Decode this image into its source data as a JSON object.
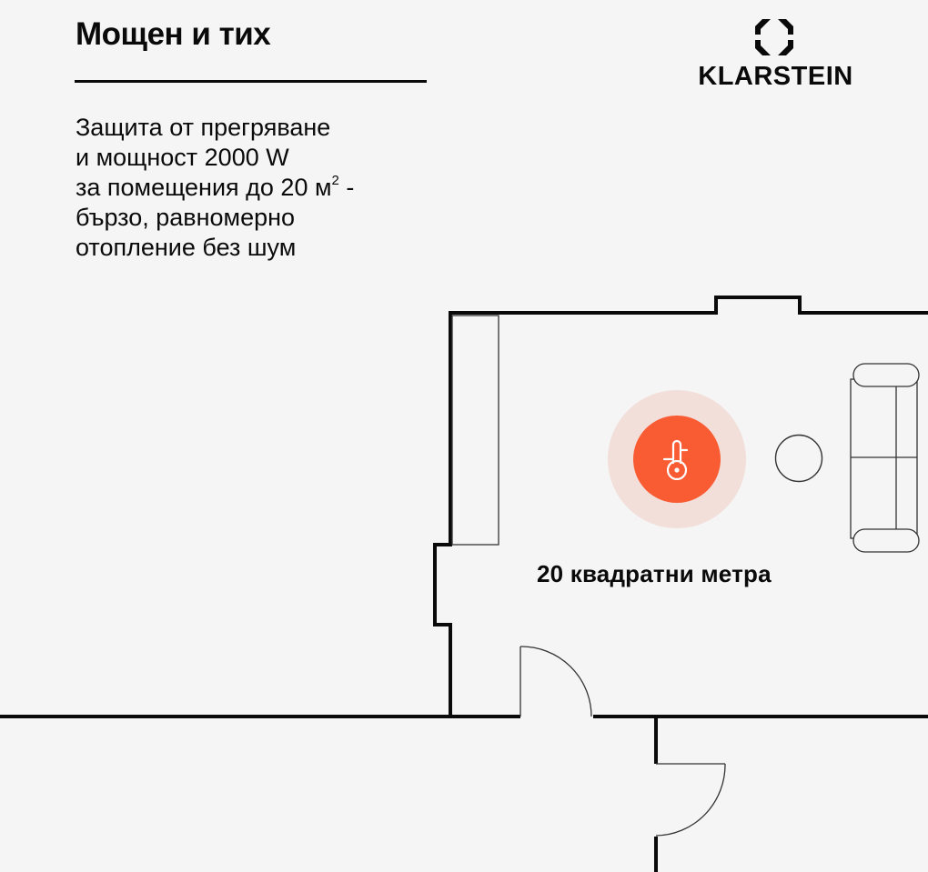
{
  "header": {
    "title": "Мощен и тих",
    "description_lines": [
      "Защита от прегряване",
      "и мощност 2000 W",
      "за помещения до 20 м",
      "бързо, равномерно",
      "отопление без шум"
    ],
    "superscript": "2",
    "line3_suffix": " -"
  },
  "brand": {
    "logo_icon": "klarstein-octagon-icon",
    "name": "KLARSTEIN"
  },
  "floor_plan": {
    "room_label": "20 квадратни метра",
    "heater_icon": "thermometer-icon",
    "colors": {
      "background": "#f5f5f5",
      "wall": "#0a0a0a",
      "heater_core": "#f95c33",
      "heater_halo": "#f2dfd9",
      "heater_glyph": "#ffffff",
      "furniture_stroke": "#333333"
    },
    "elements": [
      "closet",
      "heater",
      "round-table",
      "sofa",
      "door-room",
      "door-hallway"
    ]
  }
}
